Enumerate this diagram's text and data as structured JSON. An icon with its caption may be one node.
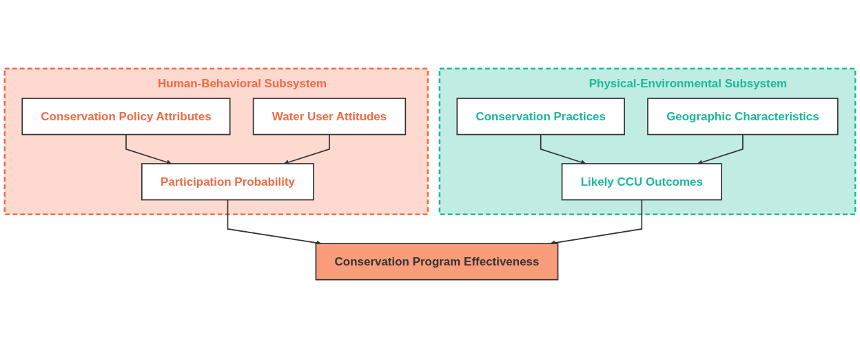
{
  "diagram": {
    "nodes": [
      {
        "text": [
          "Human-Behavioral Subsystem"
        ]
      },
      {
        "text": [
          "Conservation Policy Attributes"
        ],
        "in": 0
      },
      {
        "text": [
          "Water User Attitudes"
        ],
        "in": 0
      },
      {
        "text": [
          "Participation Probability"
        ],
        "in": 0
      },
      {
        "text": [
          "Physical-Environmental Subsystem"
        ]
      },
      {
        "text": [
          "Conservation Practices"
        ],
        "in": 4
      },
      {
        "text": [
          "Geographic Characteristics"
        ],
        "in": 4
      },
      {
        "text": [
          "Likely CCU Outcomes"
        ],
        "in": 4
      },
      {
        "text": [
          "Conservation Program Effectiveness"
        ]
      }
    ],
    "edges": [
      {
        "from": 1,
        "to": 3,
        "arrow": "to"
      },
      {
        "from": 2,
        "to": 3,
        "arrow": "to"
      },
      {
        "from": 5,
        "to": 7,
        "arrow": "to"
      },
      {
        "from": 6,
        "to": 7,
        "arrow": "to"
      },
      {
        "from": 3,
        "to": 8,
        "arrow": "to"
      },
      {
        "from": 7,
        "to": 8,
        "arrow": "to"
      }
    ]
  }
}
